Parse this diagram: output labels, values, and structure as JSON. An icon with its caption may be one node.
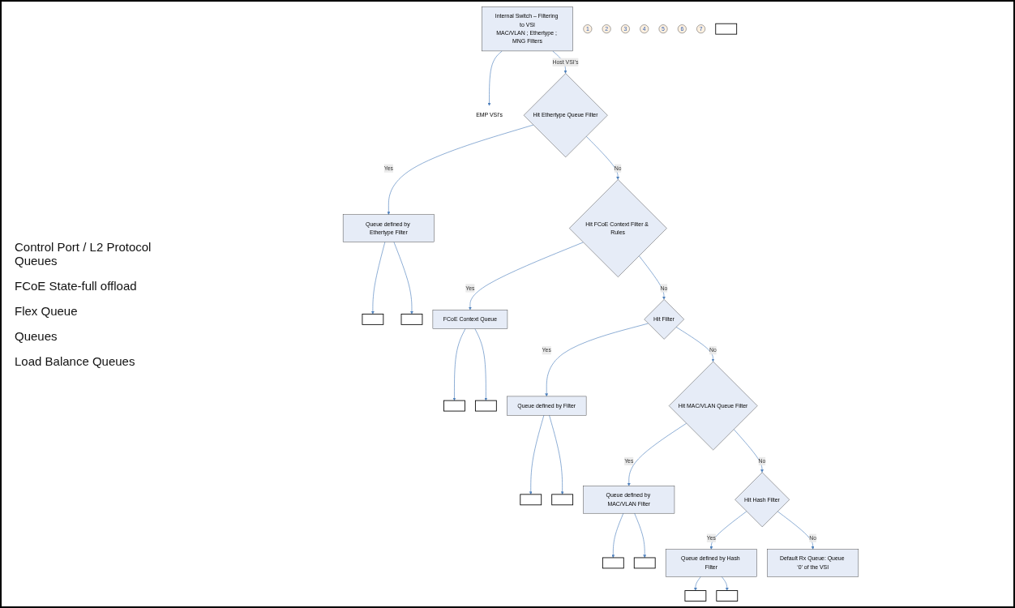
{
  "diagram": {
    "nodes": [
      {
        "text": [
          "Internal Switch – Filtering to VSI",
          "MAC/VLAN ; Ethertype ; MNG Filters"
        ]
      },
      {
        "text": [
          "EMP VSI’s"
        ]
      },
      {
        "text": [
          "1"
        ]
      },
      {
        "text": [
          "2"
        ]
      },
      {
        "text": [
          "Hit Ethertype Queue Filter"
        ]
      },
      {
        "text": [
          "Queue defined by Ethertype Filter"
        ]
      },
      {
        "text": [],
        "shape": "box"
      },
      {
        "text": [],
        "shape": "box"
      },
      {
        "text": [
          "3"
        ]
      },
      {
        "text": [
          "Hit FCoE Context Filter & Rules"
        ]
      },
      {
        "text": [
          "FCoE Context Queue"
        ]
      },
      {
        "text": [],
        "shape": "box"
      },
      {
        "text": [],
        "shape": "box"
      },
      {
        "text": [
          "4"
        ]
      },
      {
        "text": [
          "Hit Filter"
        ]
      },
      {
        "text": [
          "Queue defined by Filter"
        ]
      },
      {
        "text": [],
        "shape": "box"
      },
      {
        "text": [],
        "shape": "box"
      },
      {
        "text": [
          "5"
        ]
      },
      {
        "text": [
          "Hit MAC/VLAN Queue Filter"
        ]
      },
      {
        "text": [
          "Queue defined by MAC/VLAN Filter"
        ]
      },
      {
        "text": [],
        "shape": "box"
      },
      {
        "text": [],
        "shape": "box"
      },
      {
        "text": [
          "6"
        ]
      },
      {
        "text": [
          "Hit Hash Filter"
        ]
      },
      {
        "text": [
          "Queue defined by Hash Filter"
        ]
      },
      {
        "text": [],
        "shape": "box"
      },
      {
        "text": [],
        "shape": "box"
      },
      {
        "text": [
          "7"
        ]
      },
      {
        "text": [
          "Default Rx Queue: Queue ‘0’ of the VSI"
        ]
      },
      {
        "text": [],
        "shape": "box"
      }
    ],
    "edges": [
      {
        "from": 0,
        "to": 1,
        "arrow": "to"
      },
      {
        "from": 0,
        "to": 4,
        "arrow": "to",
        "label": "Host VSI’s"
      },
      {
        "from": 4,
        "to": 5,
        "arrow": "to",
        "label": "Yes"
      },
      {
        "from": 5,
        "to": 6,
        "arrow": "to"
      },
      {
        "from": 5,
        "to": 7,
        "arrow": "to"
      },
      {
        "from": 4,
        "to": 9,
        "arrow": "to",
        "label": "No"
      },
      {
        "from": 9,
        "to": 10,
        "arrow": "to",
        "label": "Yes"
      },
      {
        "from": 10,
        "to": 11,
        "arrow": "to"
      },
      {
        "from": 10,
        "to": 12,
        "arrow": "to"
      },
      {
        "from": 9,
        "to": 14,
        "arrow": "to",
        "label": "No"
      },
      {
        "from": 14,
        "to": 15,
        "arrow": "to",
        "label": "Yes"
      },
      {
        "from": 15,
        "to": 16,
        "arrow": "to"
      },
      {
        "from": 15,
        "to": 17,
        "arrow": "to"
      },
      {
        "from": 14,
        "to": 19,
        "arrow": "to",
        "label": "No"
      },
      {
        "from": 19,
        "to": 20,
        "arrow": "to",
        "label": "Yes"
      },
      {
        "from": 20,
        "to": 21,
        "arrow": "to"
      },
      {
        "from": 20,
        "to": 22,
        "arrow": "to"
      },
      {
        "from": 19,
        "to": 24,
        "arrow": "to",
        "label": "No"
      },
      {
        "from": 24,
        "to": 25,
        "arrow": "to",
        "label": "Yes"
      },
      {
        "from": 25,
        "to": 26,
        "arrow": "to"
      },
      {
        "from": 25,
        "to": 27,
        "arrow": "to"
      },
      {
        "from": 24,
        "to": 29,
        "arrow": "to",
        "label": "No"
      }
    ],
    "labels": [
      "Control Port / L2 Protocol Queues",
      "FCoE State-full offload",
      "Flex Queue",
      "Queues",
      "Load Balance Queues"
    ]
  }
}
